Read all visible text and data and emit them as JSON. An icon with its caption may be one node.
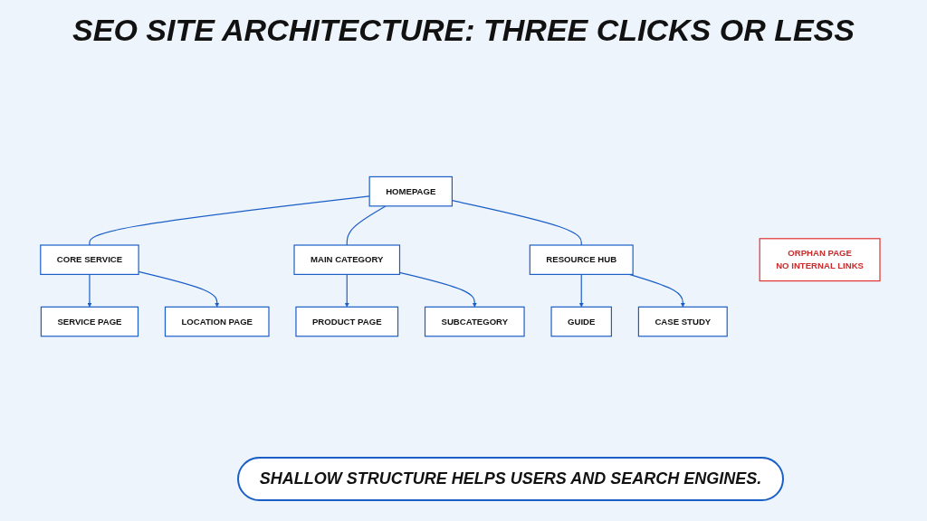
{
  "diagram": {
    "title": "SEO SITE ARCHITECTURE: THREE CLICKS OR LESS",
    "nodes": [
      {
        "text": [
          "HOMEPAGE"
        ]
      },
      {
        "text": [
          "CORE SERVICE"
        ]
      },
      {
        "text": [
          "MAIN CATEGORY"
        ]
      },
      {
        "text": [
          "RESOURCE HUB"
        ]
      },
      {
        "text": [
          "SERVICE PAGE"
        ]
      },
      {
        "text": [
          "LOCATION PAGE"
        ]
      },
      {
        "text": [
          "PRODUCT PAGE"
        ]
      },
      {
        "text": [
          "SUBCATEGORY"
        ]
      },
      {
        "text": [
          "GUIDE"
        ]
      },
      {
        "text": [
          "CASE STUDY"
        ]
      },
      {
        "text": [
          "ORPHAN PAGE",
          "NO INTERNAL LINKS"
        ]
      }
    ],
    "edges": [
      {
        "from": 0,
        "to": 1,
        "arrow": "none"
      },
      {
        "from": 0,
        "to": 2,
        "arrow": "none"
      },
      {
        "from": 0,
        "to": 3,
        "arrow": "none"
      },
      {
        "from": 1,
        "to": 4,
        "arrow": "to"
      },
      {
        "from": 1,
        "to": 5,
        "arrow": "to"
      },
      {
        "from": 2,
        "to": 6,
        "arrow": "to"
      },
      {
        "from": 2,
        "to": 7,
        "arrow": "to"
      },
      {
        "from": 3,
        "to": 8,
        "arrow": "to"
      },
      {
        "from": 3,
        "to": 9,
        "arrow": "to"
      }
    ],
    "labels": [
      "SHALLOW STRUCTURE HELPS USERS AND SEARCH ENGINES."
    ]
  }
}
